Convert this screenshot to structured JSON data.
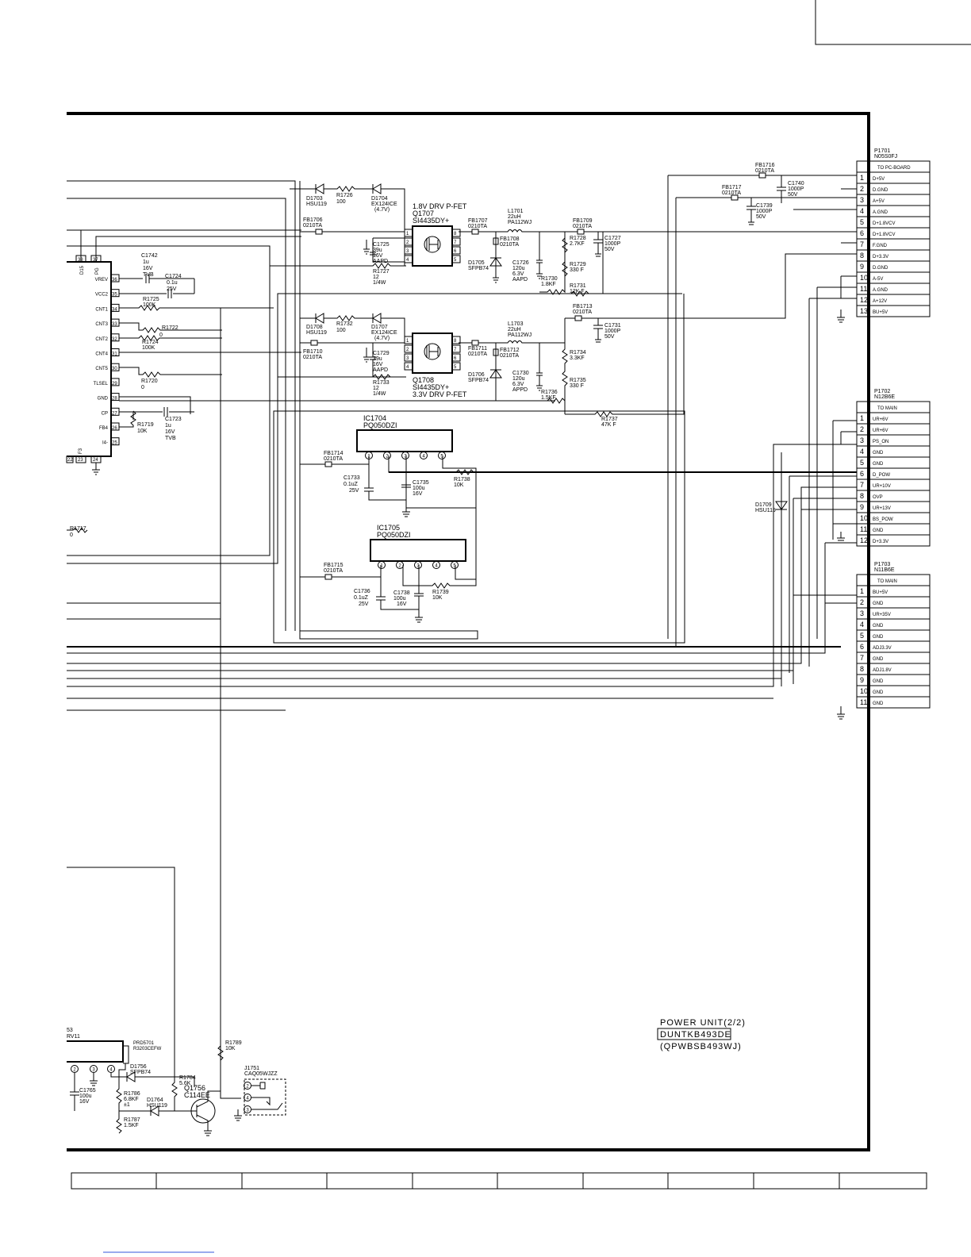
{
  "title_block": {
    "title": "POWER UNIT(2/2)",
    "part_number": "DUNTKB493DE",
    "pwb_code": "(QPWBSB493WJ)"
  },
  "connectors": {
    "p1701": {
      "ref": "P1701",
      "part": "N05S0FJ",
      "header": "TO PC-BOARD",
      "pins": [
        "1",
        "2",
        "3",
        "4",
        "5",
        "6",
        "7",
        "8",
        "9",
        "10",
        "11",
        "12",
        "13"
      ],
      "signals": [
        "D+5V",
        "D.GND",
        "A+5V",
        "A.GND",
        "D+1.8VCV",
        "D+1.8VCV",
        "F.GND",
        "D+3.3V",
        "D.GND",
        "A-5V",
        "A.GND",
        "A+12V",
        "BU+5V"
      ]
    },
    "p1702": {
      "ref": "P1702",
      "part": "N12B6E",
      "header": "TO MAIN",
      "pins": [
        "1",
        "2",
        "3",
        "4",
        "5",
        "6",
        "7",
        "8",
        "9",
        "10",
        "11",
        "12"
      ],
      "signals": [
        "UR+6V",
        "UR+6V",
        "PS_ON",
        "GND",
        "GND",
        "D_POW",
        "UR+10V",
        "OVP",
        "UR+13V",
        "BS_POW",
        "GND",
        "D+3.3V"
      ]
    },
    "p1703": {
      "ref": "P1703",
      "part": "N11B6E",
      "header": "TO MAIN",
      "pins": [
        "1",
        "2",
        "3",
        "4",
        "5",
        "6",
        "7",
        "8",
        "9",
        "10",
        "11"
      ],
      "signals": [
        "BU+5V",
        "GND",
        "UR+35V",
        "GND",
        "GND",
        "ADJ3.3V",
        "GND",
        "ADJ1.8V",
        "GND",
        "GND",
        "GND"
      ]
    }
  },
  "ic_left": {
    "pins_right": [
      {
        "num": "36",
        "name": "VREV"
      },
      {
        "num": "35",
        "name": "VCC2"
      },
      {
        "num": "34",
        "name": "CNT1"
      },
      {
        "num": "33",
        "name": "CNT3"
      },
      {
        "num": "32",
        "name": "CNT2"
      },
      {
        "num": "31",
        "name": "CNT4"
      },
      {
        "num": "30",
        "name": "CNT5"
      },
      {
        "num": "29",
        "name": "TLSEL"
      },
      {
        "num": "28",
        "name": "GND"
      },
      {
        "num": "27",
        "name": "CP"
      },
      {
        "num": "26",
        "name": "FB4"
      },
      {
        "num": "25",
        "name": "I4-"
      }
    ],
    "pins_top": [
      "38",
      "37"
    ],
    "top_labels": [
      "D15",
      "PG"
    ],
    "pins_bottom": [
      "22",
      "23",
      "24"
    ],
    "bottom_labels": [
      "F3"
    ]
  },
  "labels": {
    "d1703": "D1703",
    "d1703v": "HSU119",
    "r1726": "R1726",
    "r1726v": "100",
    "d1704": "D1704",
    "d1704v": "EX124ICE",
    "d1704v2": "(4.7V)",
    "q1707_title": "1.8V DRV P-FET",
    "q1707": "Q1707",
    "q1707v": "SI4435DY+",
    "l1701": "L1701",
    "l1701v": "22uH",
    "l1701v2": "PA112WJ",
    "fb1706": "FB1706",
    "fb1706v": "0210TA",
    "fb1707": "FB1707",
    "fb1707v": "0210TA",
    "fb1708": "FB1708",
    "fb1708v": "0210TA",
    "fb1709": "FB1709",
    "fb1709v": "0210TA",
    "c1725": "C1725",
    "c1725v": "39u",
    "c1725v2": "16V",
    "c1725v3": "AAPD",
    "r1727": "R1727",
    "r1727v": "12",
    "r1727v2": "1/4W",
    "d1705": "D1705",
    "d1705v": "SFPB74",
    "c1726": "C1726",
    "c1726v": "120u",
    "c1726v2": "6.3V",
    "c1726v3": "AAPD",
    "r1728": "R1728",
    "r1728v": "2.7KF",
    "r1729": "R1729",
    "r1729v": "330 F",
    "r1730": "R1730",
    "r1730v": "1.8KF",
    "r1731": "R1731",
    "r1731v": "12K F",
    "c1727": "C1727",
    "c1727v": "1000P",
    "c1727v2": "50V",
    "c1742": "C1742",
    "c1742v": "1u",
    "c1742v2": "16V",
    "c1742v3": "TVB",
    "c1724": "C1724",
    "c1724v": "0.1u",
    "c1724v2": "25V",
    "r1725": "R1725",
    "r1725v": "100K",
    "r1722": "R1722",
    "r1724": "R1724",
    "r1724v": "100K",
    "r1721": "0",
    "r1720": "R1720",
    "r1720v": "0",
    "r1719": "R1719",
    "r1719v": "10K",
    "c1723": "C1723",
    "c1723v": "1u",
    "c1723v2": "16V",
    "c1723v3": "TVB",
    "d1708": "D1708",
    "d1708v": "HSU119",
    "r1732": "R1732",
    "r1732v": "100",
    "d1707": "D1707",
    "d1707v": "EX124ICE",
    "d1707v2": "(4.7V)",
    "fb1710": "FB1710",
    "fb1710v": "0210TA",
    "fb1711": "FB1711",
    "fb1711v": "0210TA",
    "fb1712": "FB1712",
    "fb1712v": "0210TA",
    "fb1713": "FB1713",
    "fb1713v": "0210TA",
    "l1703": "L1703",
    "l1703v": "22uH",
    "l1703v2": "PA112WJ",
    "c1729": "C1729",
    "c1729v": "39u",
    "c1729v2": "16V",
    "c1729v3": "AAPD",
    "r1733": "R1733",
    "r1733v": "12",
    "r1733v2": "1/4W",
    "q1708": "Q1708",
    "q1708v": "SI4435DY+",
    "q1708_title": "3.3V DRV P-FET",
    "d1706": "D1706",
    "d1706v": "SFPB74",
    "c1730": "C1730",
    "c1730v": "120u",
    "c1730v2": "6.3V",
    "c1730v3": "APPD",
    "r1734": "R1734",
    "r1734v": "3.3KF",
    "r1735": "R1735",
    "r1735v": "330 F",
    "r1736": "R1736",
    "r1736v": "1.5KF",
    "r1737": "R1737",
    "r1737v": "47K F",
    "c1731": "C1731",
    "c1731v": "1000P",
    "c1731v2": "50V",
    "ic1704": "IC1704",
    "ic1704v": "PQ050DZI",
    "fb1714": "FB1714",
    "fb1714v": "0210TA",
    "c1733": "C1733",
    "c1733v": "0.1uZ",
    "c1733v2": "25V",
    "c1735": "C1735",
    "c1735v": "100u",
    "c1735v2": "16V",
    "r1738": "R1738",
    "r1738v": "10K",
    "ic1705": "IC1705",
    "ic1705v": "PQ050DZI",
    "fb1715": "FB1715",
    "fb1715v": "0210TA",
    "c1736": "C1736",
    "c1736v": "0.1uZ",
    "c1736v2": "25V",
    "c1738": "C1738",
    "c1738v": "100u",
    "c1738v2": "16V",
    "r1739": "R1739",
    "r1739v": "10K",
    "fb1716": "FB1716",
    "fb1716v": "0210TA",
    "fb1717": "FB1717",
    "fb1717v": "0210TA",
    "c1740": "C1740",
    "c1740v": "1000P",
    "c1740v2": "50V",
    "c1739": "C1739",
    "c1739v": "1000P",
    "c1739v2": "50V",
    "d1709": "D1709",
    "d1709v": "HSU119",
    "r1717": "R1717",
    "r1717v": "0",
    "ic_bottom": "53",
    "ic_bottom2": "RV11",
    "prd5701": "PRD5701",
    "prd5701v": "R3203CEFW",
    "d1756": "D1756",
    "d1756v": "SFPB74",
    "c1765": "C1765",
    "c1765v": "100u",
    "c1765v2": "16V",
    "r1786": "R1786",
    "r1786v": "6.8KF",
    "r1786v2": "±1",
    "d1764": "D1764",
    "d1764v": "HSU119",
    "r1787": "R1787",
    "r1787v": "1.5KF",
    "r1784": "R1784",
    "r1784v": "5.6K",
    "q1756": "Q1756",
    "q1756v": "C114EE",
    "r1789": "R1789",
    "r1789v": "10K",
    "j1751": "J1751",
    "j1751v": "CAQ05WJZZ",
    "ic_b_pins": [
      "2",
      "3",
      "4"
    ],
    "reg_pins": [
      "1",
      "2",
      "3",
      "4",
      "5"
    ],
    "fet_pins_l": [
      "1",
      "2",
      "3",
      "4"
    ],
    "fet_pins_r": [
      "8",
      "7",
      "6",
      "5"
    ],
    "jack_pins": [
      "2",
      "4",
      "3"
    ]
  }
}
